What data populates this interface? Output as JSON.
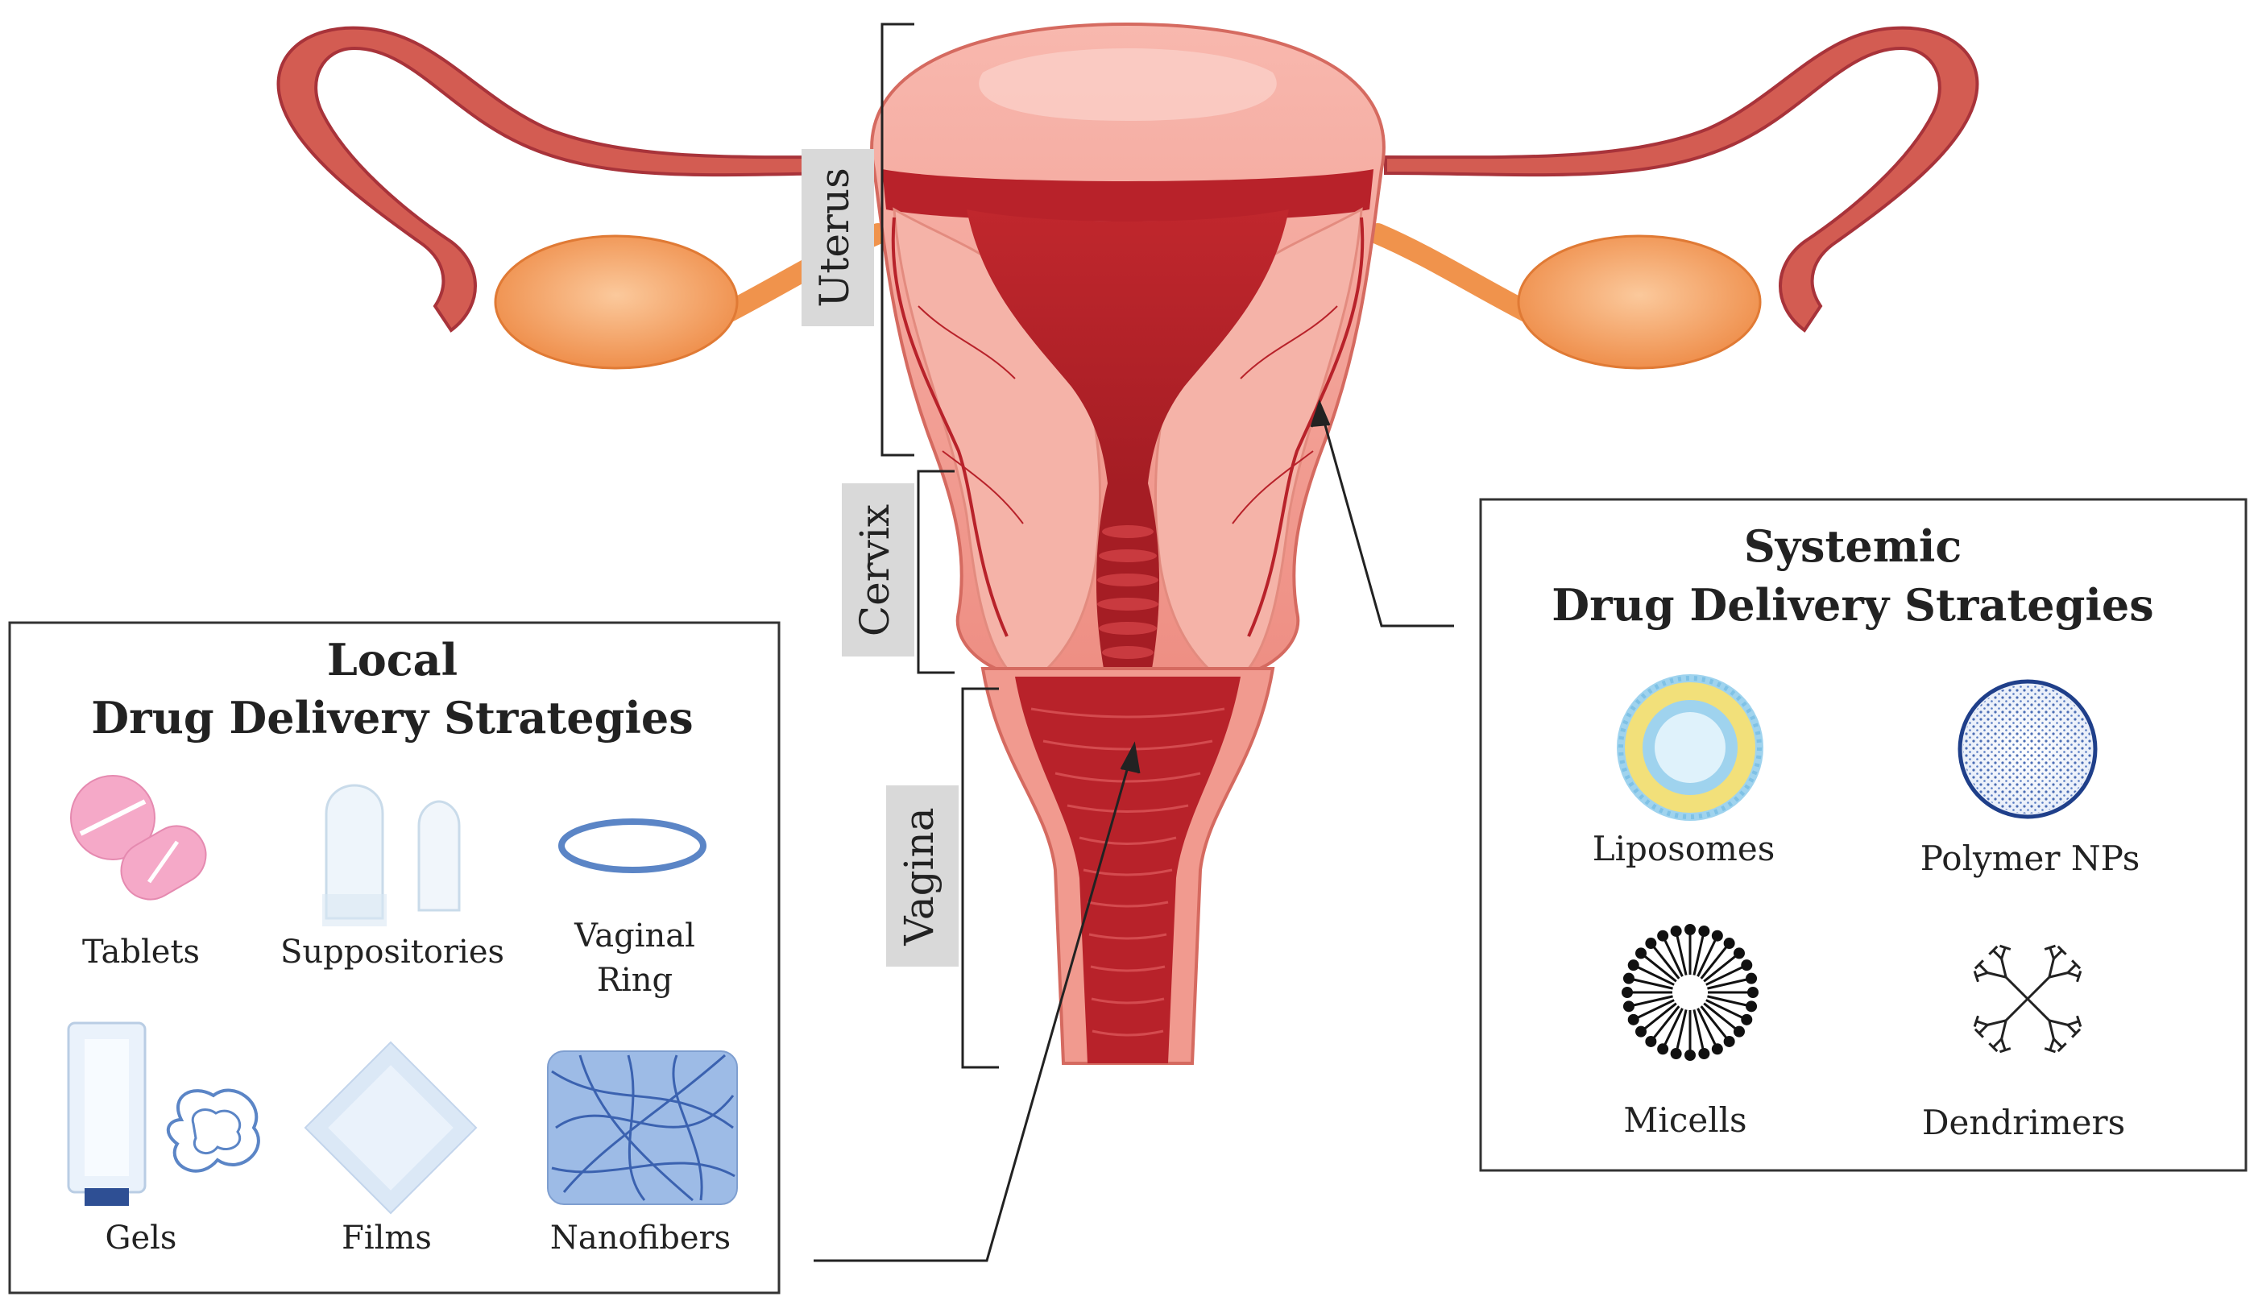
{
  "anatomy_labels": {
    "uterus": "Uterus",
    "cervix": "Cervix",
    "vagina": "Vagina"
  },
  "local_box": {
    "title_line1": "Local",
    "title_line2": "Drug Delivery Strategies",
    "items": {
      "tablets": "Tablets",
      "suppositories": "Suppositories",
      "ring_line1": "Vaginal",
      "ring_line2": "Ring",
      "gels": "Gels",
      "films": "Films",
      "nanofibers": "Nanofibers"
    }
  },
  "systemic_box": {
    "title_line1": "Systemic",
    "title_line2": "Drug Delivery Strategies",
    "items": {
      "liposomes": "Liposomes",
      "polymer_nps": "Polymer NPs",
      "micells": "Micells",
      "dendrimers": "Dendrimers"
    }
  },
  "colors": {
    "tissue_light": "#f4a49b",
    "tissue_mid": "#e87b6f",
    "tissue_dark": "#b8222a",
    "ovary": "#f39a55",
    "label_bg": "#d9d9d9",
    "pill_pink": "#f5a9c8",
    "ring_blue": "#5b85c6",
    "fiber_bg": "#9dbbe6",
    "lipo_yellow": "#f2e07a",
    "lipo_blue": "#9fd3ee",
    "np_blue": "#2f56a8"
  }
}
